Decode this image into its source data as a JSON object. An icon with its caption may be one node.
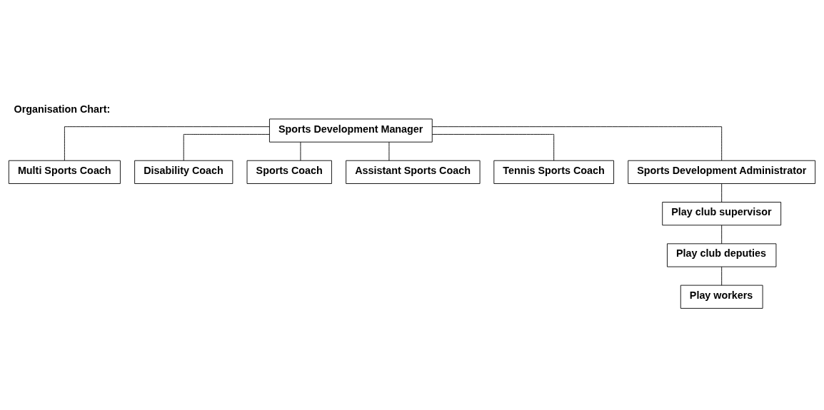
{
  "diagram": {
    "title": "Organisation Chart:",
    "nodes": [
      {
        "text": [
          "Sports Development Manager"
        ]
      },
      {
        "text": [
          "Multi Sports Coach"
        ]
      },
      {
        "text": [
          "Disability Coach"
        ]
      },
      {
        "text": [
          "Sports Coach"
        ]
      },
      {
        "text": [
          "Assistant Sports Coach"
        ]
      },
      {
        "text": [
          "Tennis Sports Coach"
        ]
      },
      {
        "text": [
          "Sports Development Administrator"
        ]
      },
      {
        "text": [
          "Play club supervisor"
        ]
      },
      {
        "text": [
          "Play club deputies"
        ]
      },
      {
        "text": [
          "Play workers"
        ]
      }
    ],
    "edges": [
      {
        "from": 0,
        "to": 1,
        "arrow": "none"
      },
      {
        "from": 0,
        "to": 2,
        "arrow": "none"
      },
      {
        "from": 0,
        "to": 3,
        "arrow": "none"
      },
      {
        "from": 0,
        "to": 4,
        "arrow": "none"
      },
      {
        "from": 0,
        "to": 5,
        "arrow": "none"
      },
      {
        "from": 0,
        "to": 6,
        "arrow": "none"
      },
      {
        "from": 6,
        "to": 7,
        "arrow": "none"
      },
      {
        "from": 7,
        "to": 8,
        "arrow": "none"
      },
      {
        "from": 8,
        "to": 9,
        "arrow": "none"
      }
    ]
  }
}
